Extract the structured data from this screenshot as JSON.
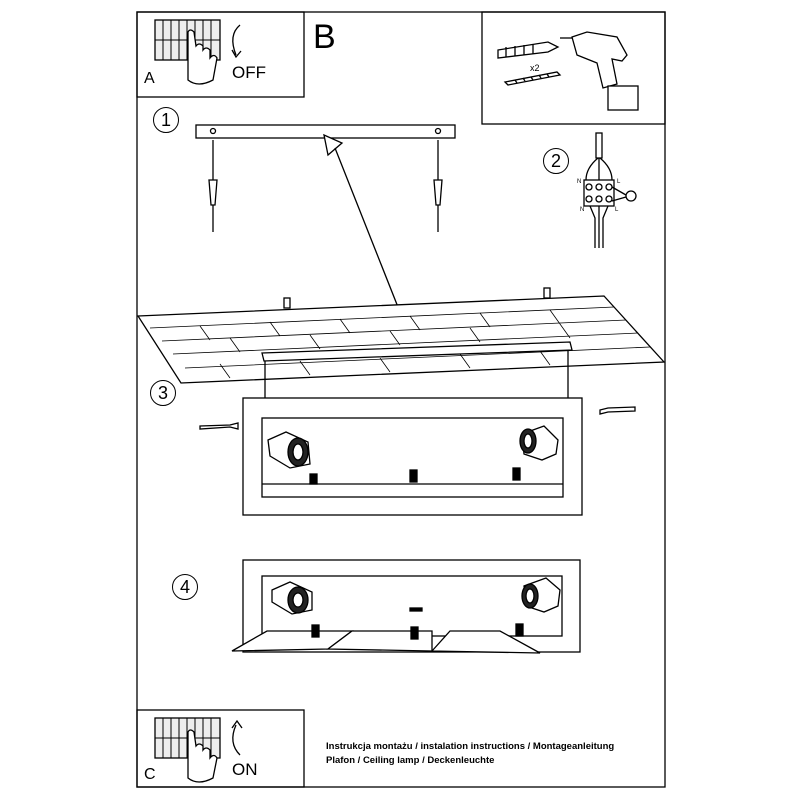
{
  "panels": {
    "a": {
      "letter": "A",
      "action": "OFF",
      "icon": "breaker-off-icon"
    },
    "b": {
      "letter": "B",
      "multiplier": "x2",
      "icons": [
        "wall-plug-icon",
        "screw-icon",
        "drill-icon"
      ]
    },
    "c": {
      "letter": "C",
      "action": "ON",
      "icon": "breaker-on-icon"
    }
  },
  "steps": [
    {
      "number": "1"
    },
    {
      "number": "2",
      "wire_labels": [
        "N",
        "L",
        "N",
        "L"
      ]
    },
    {
      "number": "3"
    },
    {
      "number": "4"
    }
  ],
  "caption": {
    "line1": "Instrukcja montażu / instalation instructions / Montageanleitung",
    "line2": "Plafon / Ceiling lamp / Deckenleuchte"
  }
}
